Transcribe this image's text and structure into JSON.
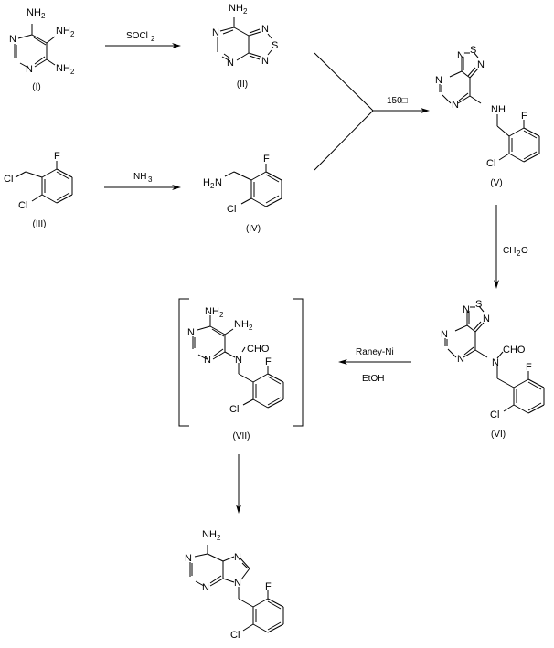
{
  "diagram": {
    "type": "reaction-scheme",
    "compounds": [
      {
        "id": "I",
        "label": "(I)",
        "name": "4,5,6-triaminopyrimidine",
        "atoms": {
          "n_top": "N",
          "n_bot": "N",
          "nh2_top": "NH",
          "nh2_mid": "NH",
          "nh2_bot": "NH",
          "sub2": "2"
        }
      },
      {
        "id": "II",
        "label": "(II)",
        "atoms": {
          "n1": "N",
          "n2": "N",
          "n3": "N",
          "n4": "N",
          "s": "S",
          "nh2": "NH",
          "sub2": "2"
        }
      },
      {
        "id": "III",
        "label": "(III)",
        "atoms": {
          "f": "F",
          "cl_ch2": "Cl",
          "cl_ring": "Cl"
        }
      },
      {
        "id": "IV",
        "label": "(IV)",
        "atoms": {
          "f": "F",
          "cl": "Cl",
          "h2n_h": "H",
          "h2n_sub": "2",
          "h2n_n": "N"
        }
      },
      {
        "id": "V",
        "label": "(V)",
        "atoms": {
          "n1": "N",
          "n2": "N",
          "n3": "N",
          "n4": "N",
          "s": "S",
          "nh": "NH",
          "f": "F",
          "cl": "Cl"
        }
      },
      {
        "id": "VI",
        "label": "(VI)",
        "atoms": {
          "n1": "N",
          "n2": "N",
          "n3": "N",
          "n4": "N",
          "s": "S",
          "n": "N",
          "cho": "CHO",
          "f": "F",
          "cl": "Cl"
        }
      },
      {
        "id": "VII",
        "label": "(VII)",
        "atoms": {
          "n1": "N",
          "n2": "N",
          "nh2_top": "NH",
          "nh2_mid": "NH",
          "sub2": "2",
          "n": "N",
          "cho": "CHO",
          "f": "F",
          "cl": "Cl"
        }
      },
      {
        "id": "final",
        "label": "",
        "atoms": {
          "nh2": "NH",
          "sub2": "2",
          "n1": "N",
          "n2": "N",
          "n7": "N",
          "n9": "N",
          "f": "F",
          "cl": "Cl"
        }
      }
    ],
    "arrows": [
      {
        "from": "I",
        "to": "II",
        "reagent_main": "SOCl",
        "reagent_sub": "2"
      },
      {
        "from": "III",
        "to": "IV",
        "reagent_main": "NH",
        "reagent_sub": "3"
      },
      {
        "from": "II+IV",
        "to": "V",
        "condition": "150□"
      },
      {
        "from": "V",
        "to": "VI",
        "reagent_pre": "CH",
        "reagent_sub": "2",
        "reagent_post": "O"
      },
      {
        "from": "VI",
        "to": "VII",
        "reagent_top": "Raney-Ni",
        "reagent_bottom": "EtOH"
      },
      {
        "from": "VII",
        "to": "final"
      }
    ]
  }
}
